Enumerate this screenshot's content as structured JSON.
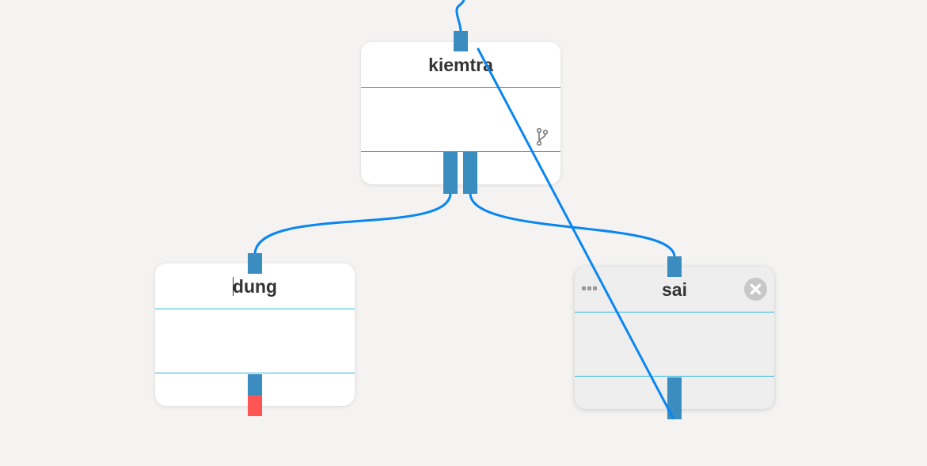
{
  "nodes": {
    "kiemtra": {
      "title": "kiemtra"
    },
    "dung": {
      "title": "dung"
    },
    "sai": {
      "title": "sai"
    }
  },
  "colors": {
    "port": "#3b8dc0",
    "port_error": "#ff5454",
    "connector": "#0a86f0",
    "divider": "#29b7dc",
    "background": "#f4f3f2"
  },
  "icons": {
    "branch": "branch-icon",
    "close": "close-icon",
    "drag_handle": "drag-handle-icon"
  }
}
